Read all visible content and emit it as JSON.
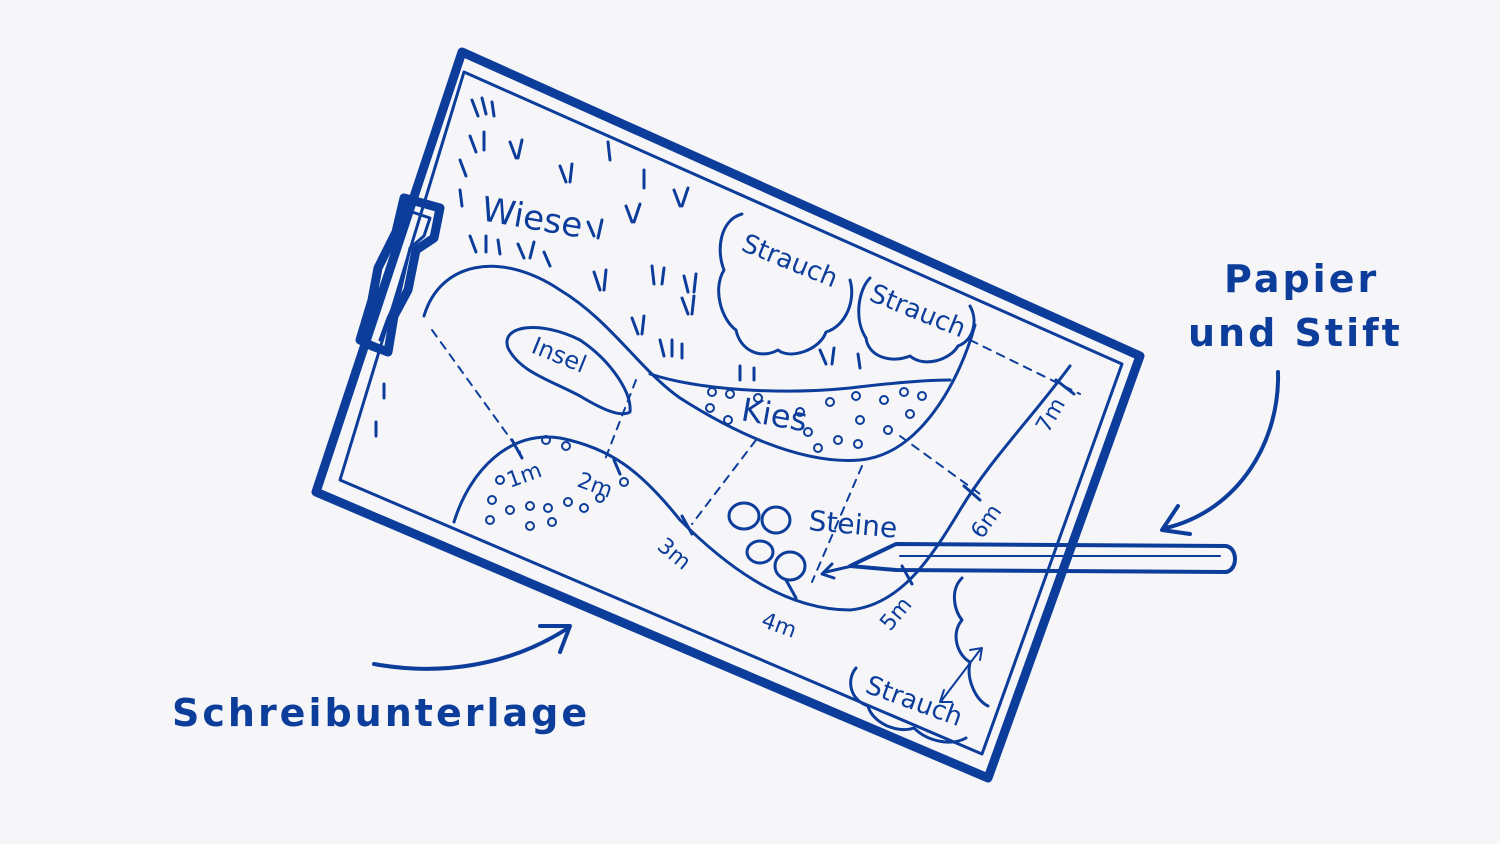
{
  "colors": {
    "ink": "#0d3d9b",
    "background": "#f6f6f9"
  },
  "labels": {
    "wiese": "Wiese",
    "strauch_1": "Strauch",
    "strauch_2": "Strauch",
    "strauch_3": "Strauch",
    "insel": "Insel",
    "kies": "Kies",
    "steine": "Steine"
  },
  "measurements": {
    "m1": "1m",
    "m2": "2m",
    "m3": "3m",
    "m4": "4m",
    "m5": "5m",
    "m6": "6m",
    "m7": "7m"
  },
  "annotations": {
    "paper": {
      "line1": "Papier",
      "line2": "und Stift"
    },
    "clipboard": "Schreibunterlage"
  },
  "icons": [
    "clipboard-icon",
    "pencil-icon",
    "clip-icon"
  ]
}
